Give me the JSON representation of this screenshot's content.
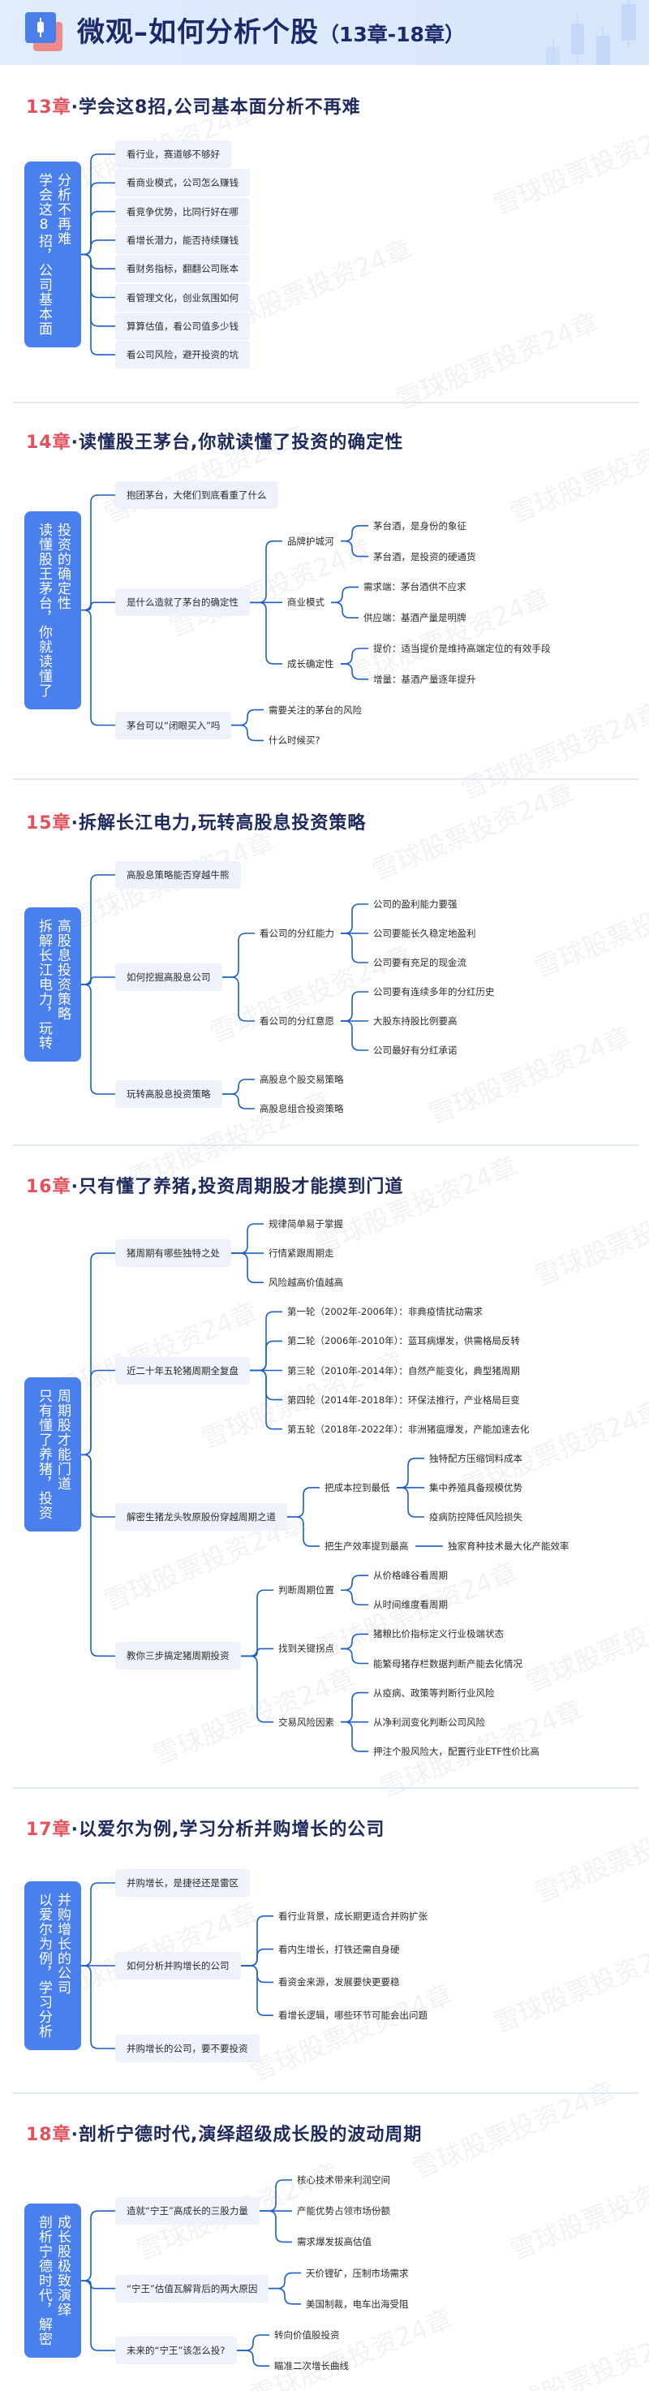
{
  "header": {
    "title": "微观–如何分析个股",
    "subtitle": "（13章-18章）"
  },
  "watermark": "雪球股票投资24章",
  "colors": {
    "accent": "#4a7fee",
    "chapter": "#e0525c",
    "line": "#1d5fc9",
    "node_bg": "#eef2fb"
  },
  "sections": [
    {
      "chapter": "13章",
      "title": "·学会这8招,公司基本面分析不再难",
      "root": {
        "col1": "学会这8招，公司基本面",
        "col2": "分析不再难"
      },
      "children": [
        {
          "label": "看行业，赛道够不够好"
        },
        {
          "label": "看商业模式，公司怎么赚钱"
        },
        {
          "label": "看竞争优势，比同行好在哪"
        },
        {
          "label": "看增长潜力，能否持续赚钱"
        },
        {
          "label": "看财务指标，翻翻公司账本"
        },
        {
          "label": "看管理文化，创业氛围如何"
        },
        {
          "label": "算算估值，看公司值多少钱"
        },
        {
          "label": "看公司风险，避开投资的坑"
        }
      ]
    },
    {
      "chapter": "14章",
      "title": "·读懂股王茅台,你就读懂了投资的确定性",
      "root": {
        "col1": "读懂股王茅台，你就读懂了",
        "col2": "投资的确定性"
      },
      "children": [
        {
          "label": "抱团茅台，大佬们到底看重了什么"
        },
        {
          "label": "是什么造就了茅台的确定性",
          "children": [
            {
              "label": "品牌护城河",
              "children": [
                {
                  "label": "茅台酒，是身份的象征"
                },
                {
                  "label": "茅台酒，是投资的硬通货"
                }
              ]
            },
            {
              "label": "商业模式",
              "children": [
                {
                  "label": "需求端：茅台酒供不应求"
                },
                {
                  "label": "供应端：基酒产量是明牌"
                }
              ]
            },
            {
              "label": "成长确定性",
              "children": [
                {
                  "label": "提价：适当提价是维持高端定位的有效手段"
                },
                {
                  "label": "增量：基酒产量逐年提升"
                }
              ]
            }
          ]
        },
        {
          "label": "茅台可以“闭眼买入”吗",
          "children": [
            {
              "label": "需要关注的茅台的风险"
            },
            {
              "label": "什么时候买?"
            }
          ]
        }
      ]
    },
    {
      "chapter": "15章",
      "title": "·拆解长江电力,玩转高股息投资策略",
      "root": {
        "col1": "拆解长江电力，玩转",
        "col2": "高股息投资策略"
      },
      "children": [
        {
          "label": "高股息策略能否穿越牛熊"
        },
        {
          "label": "如何挖掘高股息公司",
          "children": [
            {
              "label": "看公司的分红能力",
              "children": [
                {
                  "label": "公司的盈利能力要强"
                },
                {
                  "label": "公司要能长久稳定地盈利"
                },
                {
                  "label": "公司要有充足的现金流"
                }
              ]
            },
            {
              "label": "看公司的分红意愿",
              "children": [
                {
                  "label": "公司要有连续多年的分红历史"
                },
                {
                  "label": "大股东持股比例要高"
                },
                {
                  "label": "公司最好有分红承诺"
                }
              ]
            }
          ]
        },
        {
          "label": "玩转高股息投资策略",
          "children": [
            {
              "label": "高股息个股交易策略"
            },
            {
              "label": "高股息组合投资策略"
            }
          ]
        }
      ]
    },
    {
      "chapter": "16章",
      "title": "·只有懂了养猪,投资周期股才能摸到门道",
      "root": {
        "col1": "只有懂了养猪，投资",
        "col2": "周期股才能门道"
      },
      "children": [
        {
          "label": "猪周期有哪些独特之处",
          "children": [
            {
              "label": "规律简单易于掌握"
            },
            {
              "label": "行情紧跟周期走"
            },
            {
              "label": "风险越高价值越高"
            }
          ]
        },
        {
          "label": "近二十年五轮猪周期全复盘",
          "children": [
            {
              "label": "第一轮（2002年-2006年）：非典疫情扰动需求"
            },
            {
              "label": "第二轮（2006年-2010年）：蓝耳病爆发，供需格局反转"
            },
            {
              "label": "第三轮（2010年-2014年）：自然产能变化，典型猪周期"
            },
            {
              "label": "第四轮（2014年-2018年）：环保法推行，产业格局巨变"
            },
            {
              "label": "第五轮（2018年-2022年）：非洲猪瘟爆发，产能加速去化"
            }
          ]
        },
        {
          "label": "解密生猪龙头牧原股份穿越周期之道",
          "children": [
            {
              "label": "把成本控到最低",
              "children": [
                {
                  "label": "独特配方压缩饲料成本"
                },
                {
                  "label": "集中养殖具备规模优势"
                },
                {
                  "label": "疫病防控降低风险损失"
                }
              ]
            },
            {
              "label": "把生产效率提到最高",
              "children": [
                {
                  "label": "独家育种技术最大化产能效率"
                }
              ]
            }
          ]
        },
        {
          "label": "教你三步搞定猪周期投资",
          "children": [
            {
              "label": "判断周期位置",
              "children": [
                {
                  "label": "从价格峰谷看周期"
                },
                {
                  "label": "从时间维度看周期"
                }
              ]
            },
            {
              "label": "找到关键拐点",
              "children": [
                {
                  "label": "猪粮比价指标定义行业极端状态"
                },
                {
                  "label": "能繁母猪存栏数据判断产能去化情况"
                }
              ]
            },
            {
              "label": "交易风险因素",
              "children": [
                {
                  "label": "从疫病、政策等判断行业风险"
                },
                {
                  "label": "从净利润变化判断公司风险"
                },
                {
                  "label": "押注个股风险大，配置行业ETF性价比高"
                }
              ]
            }
          ]
        }
      ]
    },
    {
      "chapter": "17章",
      "title": "·以爱尔为例,学习分析并购增长的公司",
      "root": {
        "col1": "以爱尔为例，学习分析",
        "col2": "并购增长的公司"
      },
      "children": [
        {
          "label": "并购增长，是捷径还是雷区"
        },
        {
          "label": "如何分析并购增长的公司",
          "children": [
            {
              "label": "看行业背景，成长期更适合并购扩张"
            },
            {
              "label": "看内生增长，打铁还需自身硬"
            },
            {
              "label": "看资金来源，发展要快更要稳"
            },
            {
              "label": "看增长逻辑，哪些环节可能会出问题"
            }
          ]
        },
        {
          "label": "并购增长的公司，要不要投资"
        }
      ]
    },
    {
      "chapter": "18章",
      "title": "·剖析宁德时代,演绎超级成长股的波动周期",
      "root": {
        "col1": "剖析宁德时代，解密",
        "col2": "成长股极致演绎"
      },
      "children": [
        {
          "label": "造就“宁王”高成长的三股力量",
          "children": [
            {
              "label": "核心技术带来利润空间"
            },
            {
              "label": "产能优势占领市场份额"
            },
            {
              "label": "需求爆发拔高估值"
            }
          ]
        },
        {
          "label": "“宁王”估值瓦解背后的两大原因",
          "children": [
            {
              "label": "天价锂矿，压制市场需求"
            },
            {
              "label": "美国制裁，电车出海受阻"
            }
          ]
        },
        {
          "label": "未来的“宁王”该怎么投?",
          "children": [
            {
              "label": "转向价值股投资"
            },
            {
              "label": "瞄准二次增长曲线"
            }
          ]
        }
      ]
    }
  ]
}
